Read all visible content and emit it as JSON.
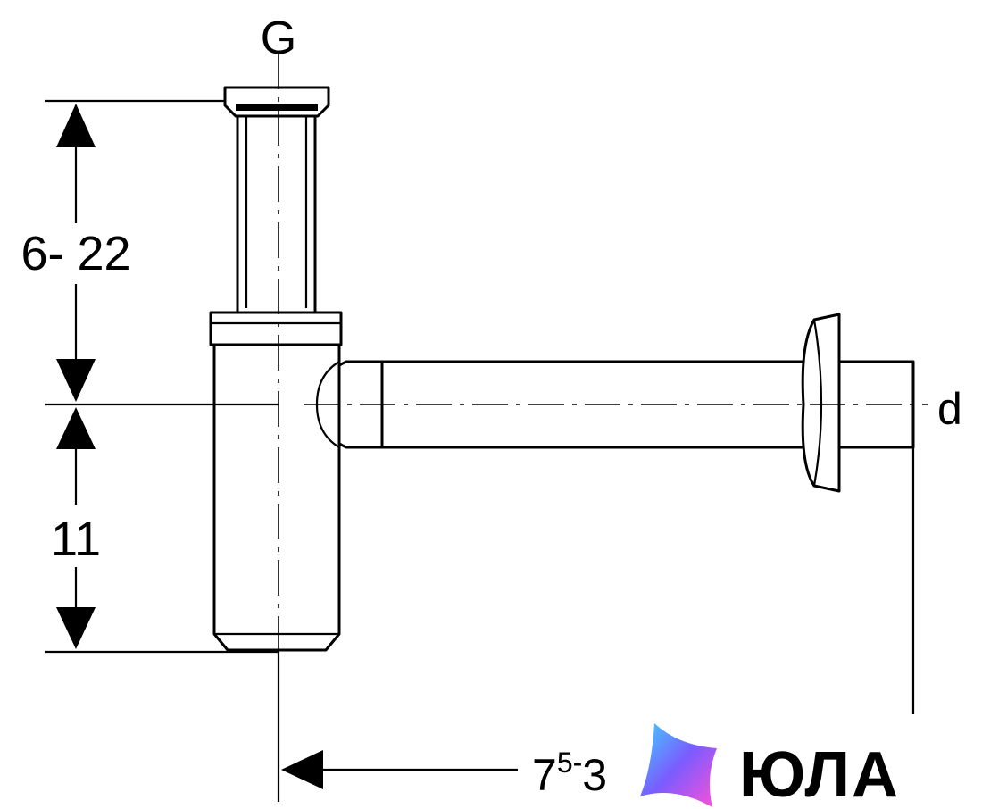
{
  "labels": {
    "top": "G",
    "right": "d",
    "height_range": "6- 22",
    "lower_height": "11",
    "horizontal_base": "7",
    "horizontal_sup": "5-",
    "horizontal_tail": "3"
  },
  "watermark": {
    "text": "ЮЛА",
    "icon": "star-sparkle-logo-icon",
    "gradient": [
      "#3fd0ff",
      "#7a5cff",
      "#ff4fd8"
    ]
  },
  "colors": {
    "line": "#000000",
    "background": "#ffffff"
  }
}
